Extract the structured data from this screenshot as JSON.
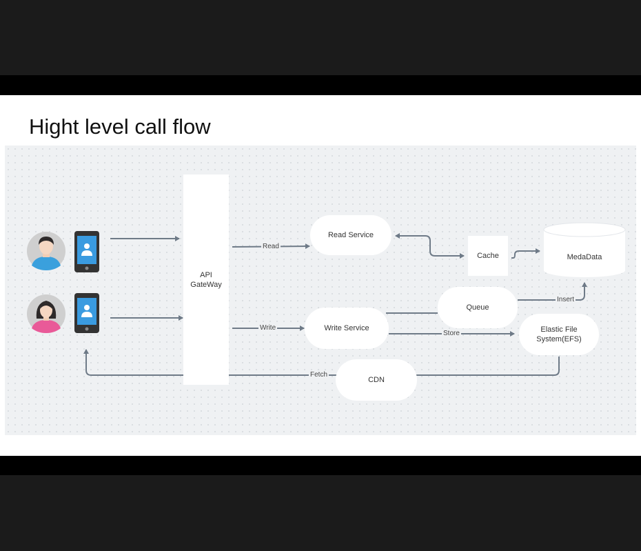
{
  "title": "Hight level call flow",
  "nodes": {
    "api_gateway": "API\nGateWay",
    "read_service": "Read Service",
    "write_service": "Write Service",
    "cache": "Cache",
    "medadata": "MedaData",
    "queue": "Queue",
    "efs": "Elastic File\nSystem(EFS)",
    "cdn": "CDN"
  },
  "edges": {
    "read": "Read",
    "write": "Write",
    "store": "Store",
    "insert": "Insert",
    "fetch": "Fetch"
  },
  "colors": {
    "arrow": "#6e7a87",
    "phone_screen": "#3a9be0",
    "male_shirt": "#3aa0dd",
    "female_shirt": "#e95a98"
  }
}
